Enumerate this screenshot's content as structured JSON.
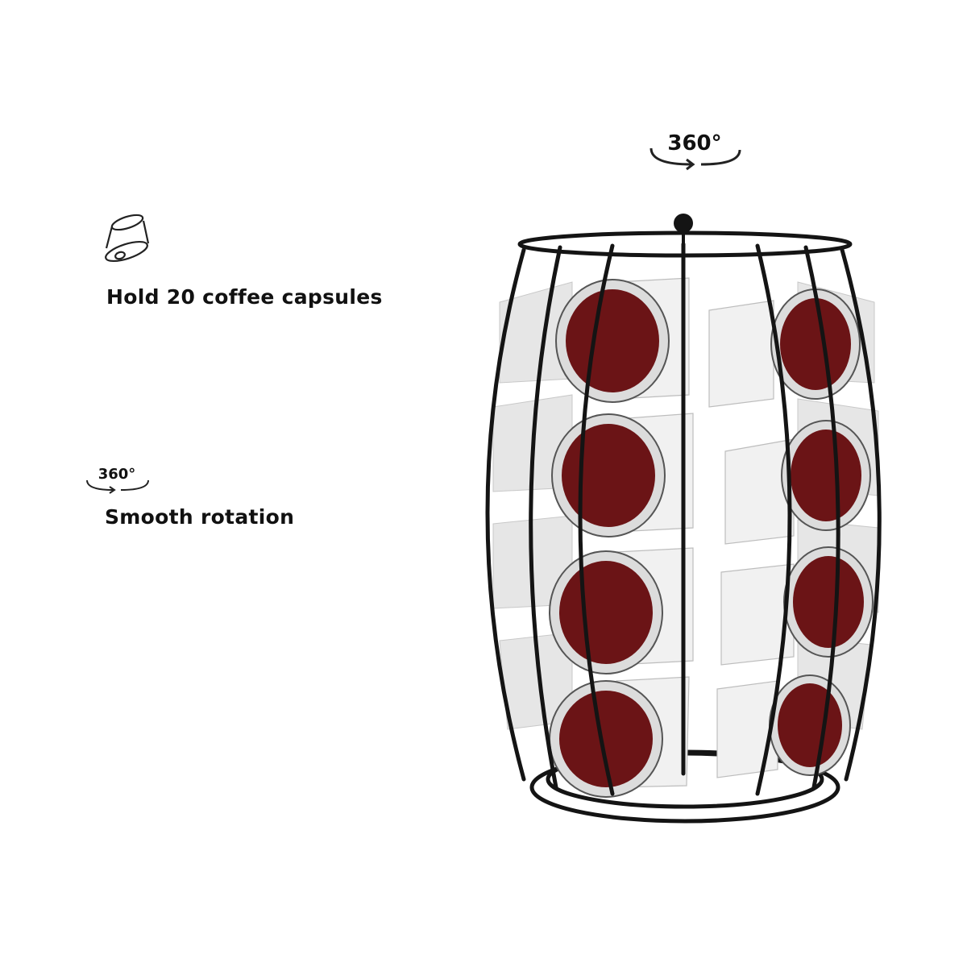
{
  "features": [
    {
      "label": "Hold 20 coffee capsules",
      "icon": "capsule-icon"
    },
    {
      "label": "Smooth rotation",
      "icon": "rotation-360-icon",
      "icon_text": "360°"
    }
  ],
  "top_badge": {
    "text": "360°",
    "icon": "rotation-arrows-icon"
  },
  "product": {
    "name": "rotating-coffee-pod-carousel",
    "colors": {
      "frame": "#141414",
      "lid": "#6b1416",
      "rim": "#d9d9d9",
      "pod": "#eeeeee"
    }
  }
}
